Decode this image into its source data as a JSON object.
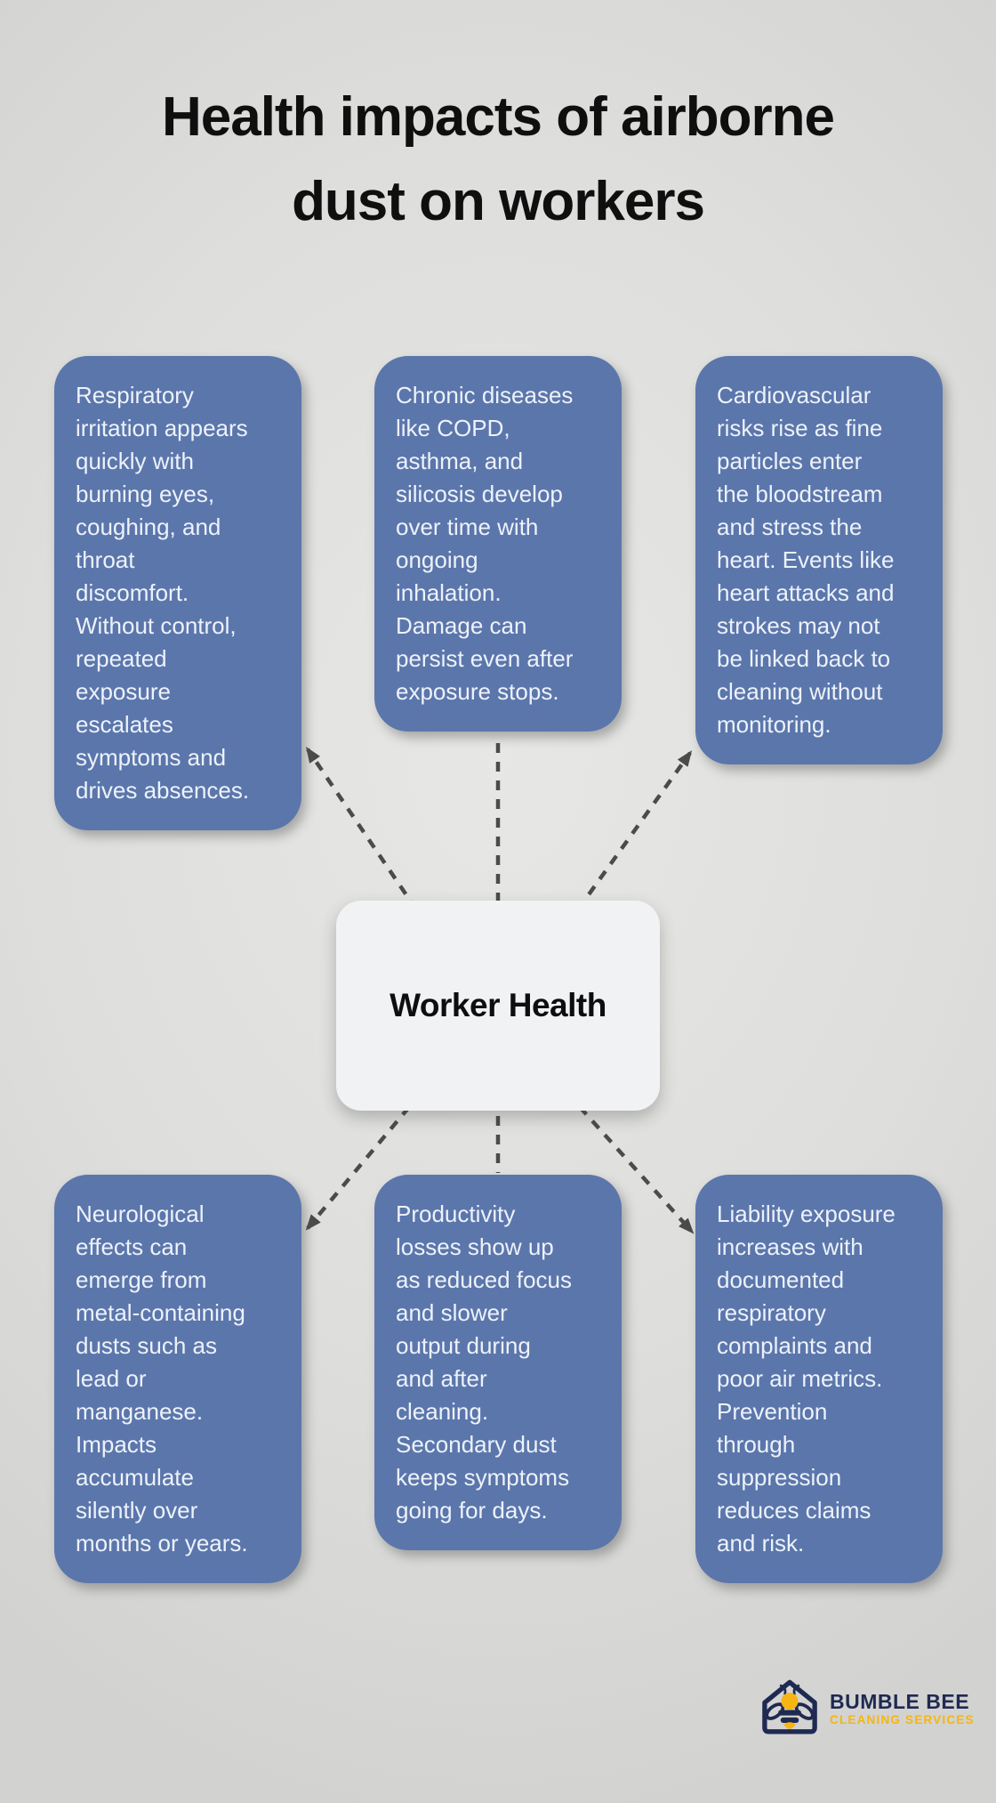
{
  "title": "Health impacts of airborne\ndust on workers",
  "center": {
    "label": "Worker Health"
  },
  "nodes": [
    {
      "id": "respiratory-irritation",
      "text": "Respiratory\nirritation appears\nquickly with\nburning eyes,\ncoughing, and\nthroat\ndiscomfort.\nWithout control,\nrepeated\nexposure\nescalates\nsymptoms and\ndrives absences."
    },
    {
      "id": "chronic-disease",
      "text": "Chronic diseases\nlike COPD,\nasthma, and\nsilicosis develop\nover time with\nongoing\ninhalation.\nDamage can\npersist even after\nexposure stops."
    },
    {
      "id": "cardiovascular-risk",
      "text": "Cardiovascular\nrisks rise as fine\nparticles enter\nthe bloodstream\nand stress the\nheart. Events like\nheart attacks and\nstrokes may not\nbe linked back to\ncleaning without\nmonitoring."
    },
    {
      "id": "neurological-effects",
      "text": "Neurological\neffects can\nemerge from\nmetal-containing\ndusts such as\nlead or\nmanganese.\nImpacts\naccumulate\nsilently over\nmonths or years."
    },
    {
      "id": "productivity-losses",
      "text": "Productivity\nlosses show up\nas reduced focus\nand slower\noutput during\nand after\ncleaning.\nSecondary dust\nkeeps symptoms\ngoing for days."
    },
    {
      "id": "liability-exposure",
      "text": "Liability exposure\nincreases with\ndocumented\nrespiratory\ncomplaints and\npoor air metrics.\nPrevention\nthrough\nsuppression\nreduces claims\nand risk."
    }
  ],
  "logo": {
    "line1": "BUMBLE BEE",
    "line2": "CLEANING SERVICES"
  },
  "colors": {
    "node_fill": "#5b76ab",
    "node_text": "#edf2fa",
    "center_fill": "#f1f2f4",
    "center_text": "#0e0e0e",
    "title_color": "#0f0f0f",
    "connector": "#4b4b4b",
    "logo_navy": "#1f2a52",
    "logo_yellow": "#f6b513"
  }
}
